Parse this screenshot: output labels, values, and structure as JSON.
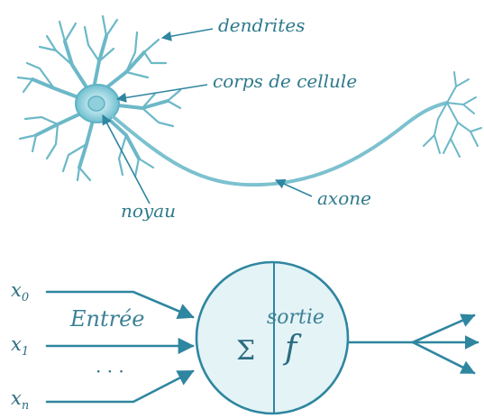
{
  "neuron": {
    "label_dendrites": "dendrites",
    "label_cell_body": "corps de cellule",
    "label_nucleus": "noyau",
    "label_axon": "axone"
  },
  "perceptron": {
    "inputs": [
      {
        "var": "x",
        "sub": "0"
      },
      {
        "var": "x",
        "sub": "1"
      },
      {
        "var": "x",
        "sub": "n"
      }
    ],
    "ellipsis": "· · ·",
    "input_label": "Entrée",
    "output_label": "sortie",
    "sum_symbol": "Σ",
    "activation_symbol": "f"
  },
  "colors": {
    "stroke": "#2f86a0",
    "neuron_fill": "#7cc7d6",
    "circle_fill": "#e3f2f5",
    "text": "#2e7a8c"
  }
}
